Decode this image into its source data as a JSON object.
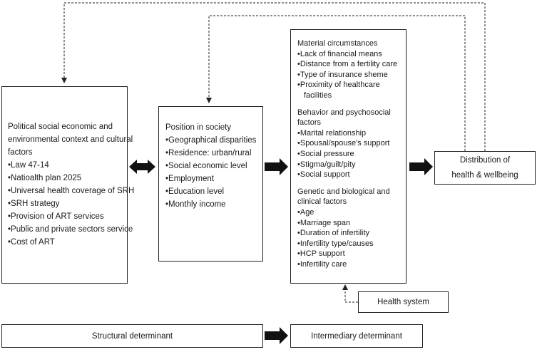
{
  "structural_context": {
    "title_lines": [
      "Political social economic and",
      "environmental context and cultural",
      "factors"
    ],
    "items": [
      "•Law 47-14",
      "•Natioalth plan 2025",
      "•Universal health coverage of SRH",
      "•SRH strategy",
      "•Provision of ART services",
      "•Public and private sectors service",
      "•Cost of ART"
    ]
  },
  "position_in_society": {
    "title": "Position in society",
    "items": [
      "•Geographical disparities",
      "•Residence: urban/rural",
      "•Social economic level",
      "•Employment",
      "•Education level",
      "•Monthly income"
    ]
  },
  "intermediary": {
    "material": {
      "title": "Material circumstances",
      "items": [
        "•Lack of financial means",
        "•Distance from a fertility care",
        "•Type of insurance sheme",
        "•Proximity of healthcare",
        "facilities"
      ]
    },
    "behavior": {
      "title_lines": [
        "Behavior and psychosocial",
        "factors"
      ],
      "items": [
        "•Marital relationship",
        "•Spousal/spouse's support",
        "•Social pressure",
        "•Stigma/guilt/pity",
        "•Social support"
      ]
    },
    "genetic": {
      "title_lines": [
        "Genetic and biological and",
        "clinical factors"
      ],
      "items": [
        "•Age",
        "•Marriage span",
        "•Duration of infertility",
        "•Infertility type/causes",
        "•HCP support",
        "•Infertility care"
      ]
    }
  },
  "distribution": {
    "lines": [
      "Distribution of",
      "health & wellbeing"
    ]
  },
  "health_system": {
    "label": "Health system"
  },
  "legend": {
    "structural": "Structural determinant",
    "intermediary": "Intermediary determinant"
  }
}
